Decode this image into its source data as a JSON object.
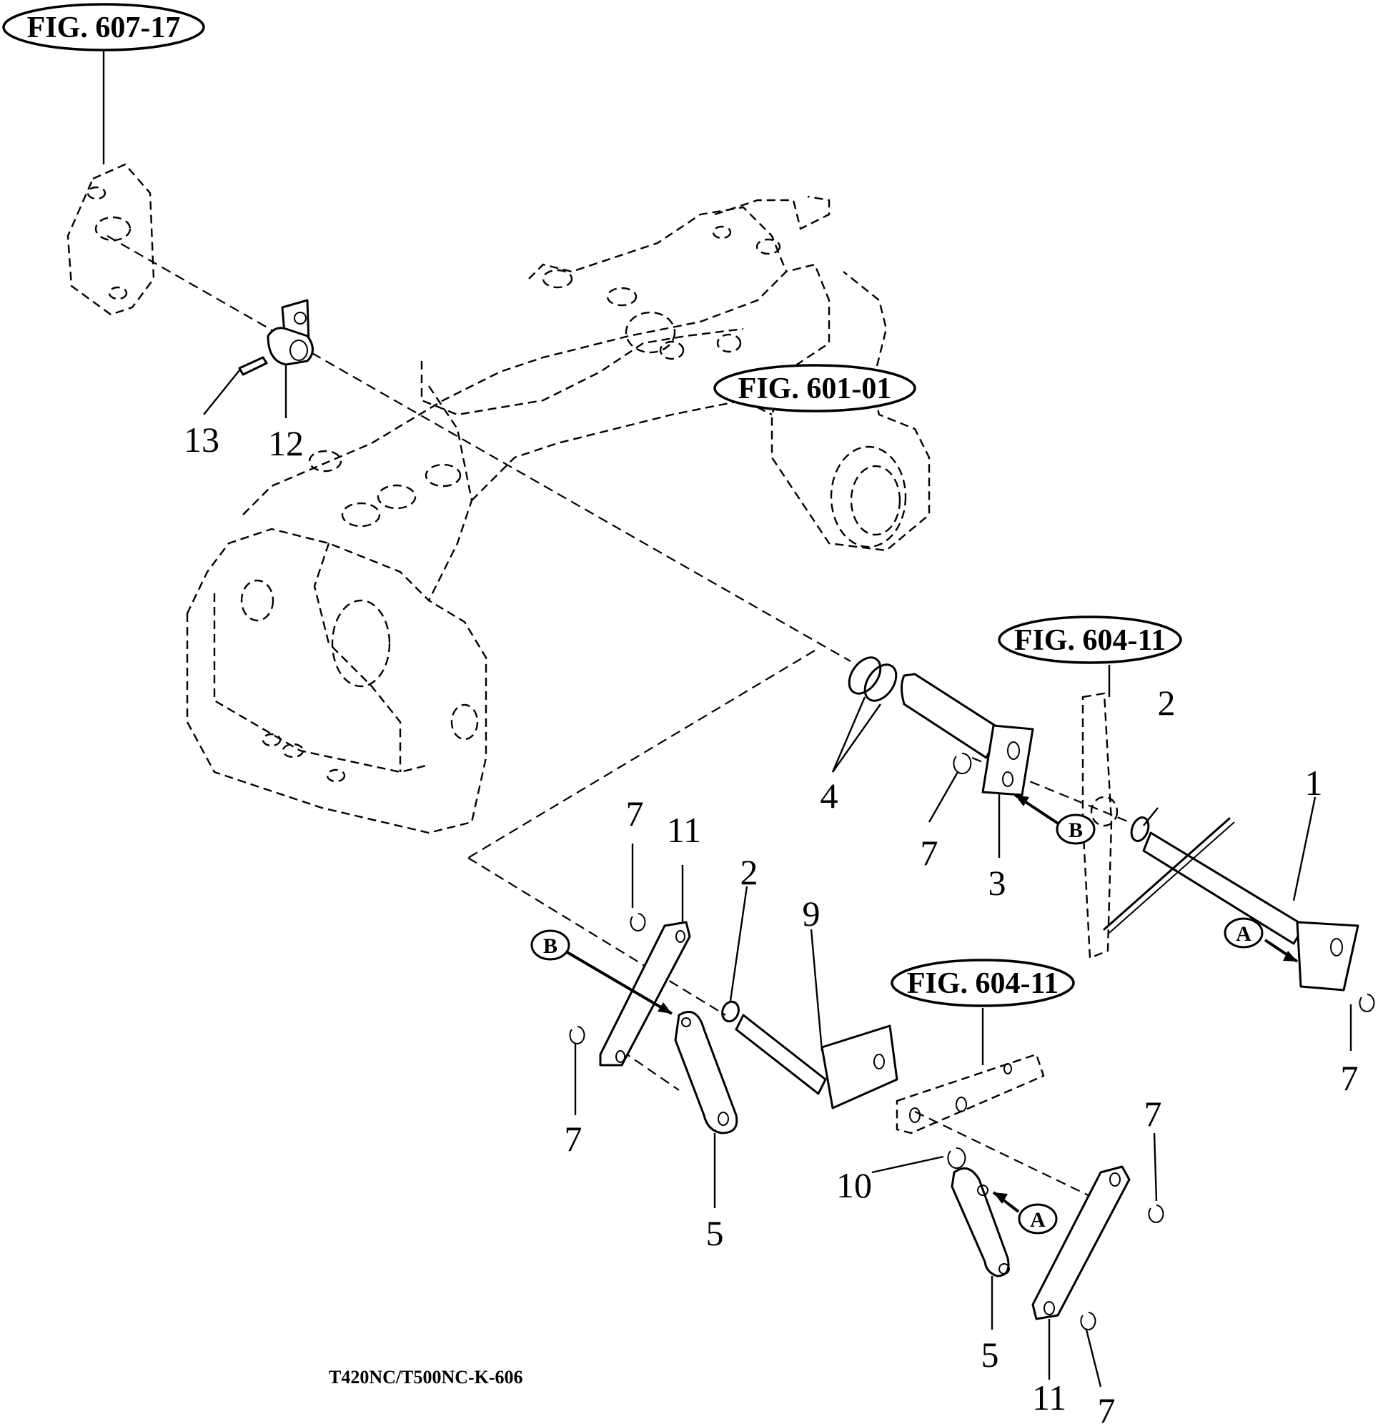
{
  "figure_refs": [
    {
      "id": "607-17",
      "label": "FIG. 607-17"
    },
    {
      "id": "601-01",
      "label": "FIG. 601-01"
    },
    {
      "id": "604-11-a",
      "label": "FIG. 604-11"
    },
    {
      "id": "604-11-b",
      "label": "FIG. 604-11"
    }
  ],
  "part_numbers": [
    {
      "label": "1"
    },
    {
      "label": "2"
    },
    {
      "label": "2"
    },
    {
      "label": "3"
    },
    {
      "label": "4"
    },
    {
      "label": "5"
    },
    {
      "label": "5"
    },
    {
      "label": "7"
    },
    {
      "label": "7"
    },
    {
      "label": "7"
    },
    {
      "label": "7"
    },
    {
      "label": "7"
    },
    {
      "label": "7"
    },
    {
      "label": "9"
    },
    {
      "label": "10"
    },
    {
      "label": "11"
    },
    {
      "label": "11"
    },
    {
      "label": "12"
    },
    {
      "label": "13"
    }
  ],
  "connection_markers": [
    {
      "label": "A"
    },
    {
      "label": "A"
    },
    {
      "label": "B"
    },
    {
      "label": "B"
    }
  ],
  "caption": "T420NC/T500NC-K-606"
}
